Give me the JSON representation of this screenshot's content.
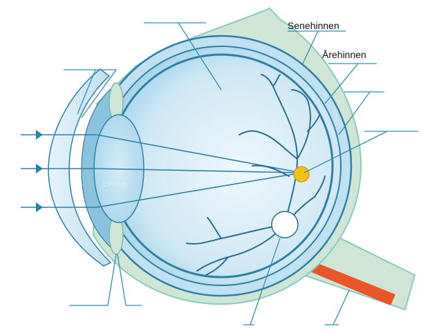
{
  "labels": {
    "sclera": "Senehinnen",
    "choroid": "Årehinnen",
    "lens": "Linsen"
  },
  "colors": {
    "sclera_fill": "#cfe6d6",
    "sclera_stroke": "#8ccbbf",
    "globe_fill": "#d9eef8",
    "globe_stroke": "#2f7fa3",
    "vessel": "#2a6f8e",
    "leader_line": "#2d8fb0",
    "macula": "#f2c21b",
    "optic_disc": "#ffffff",
    "nerve_vessel": "#e8562a"
  }
}
